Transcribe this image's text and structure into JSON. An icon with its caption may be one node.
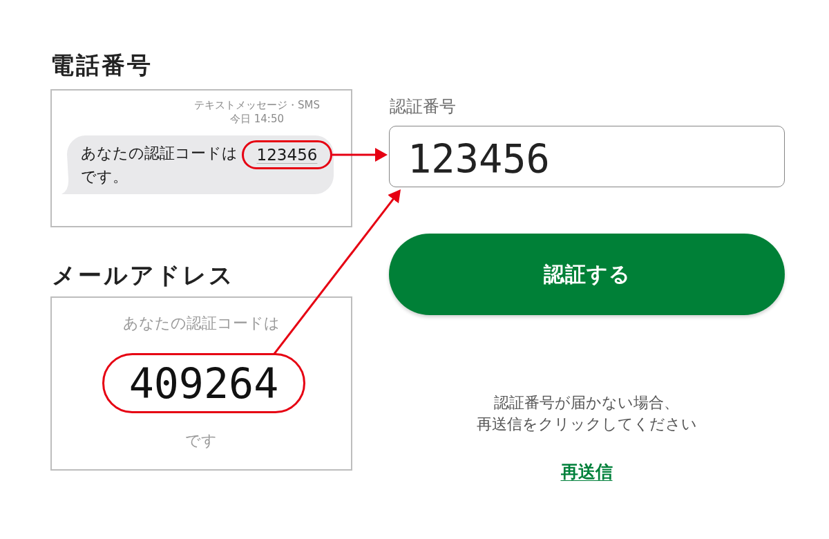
{
  "diagram": {
    "nodes": [
      {
        "text": [
          "電話番号",
          "テキストメッセージ・SMS",
          "今日 14:50"
        ]
      },
      {
        "text": [
          "あなたの認証コードは",
          "です。"
        ],
        "in": 0
      },
      {
        "text": [
          "123456"
        ],
        "in": 1
      },
      {
        "text": [
          "メールアドレス",
          "あなたの認証コードは",
          "です"
        ]
      },
      {
        "text": [
          "409264"
        ],
        "in": 3
      },
      {
        "text": [
          "認証番号",
          "123456"
        ]
      },
      {
        "text": [
          "認証する"
        ]
      }
    ],
    "edges": [
      {
        "from": 2,
        "to": 5,
        "arrow": "to"
      },
      {
        "from": 4,
        "to": 5,
        "arrow": "to"
      }
    ],
    "labels": [
      "認証番号が届かない場合、再送信をクリックしてください",
      "再送信"
    ]
  }
}
